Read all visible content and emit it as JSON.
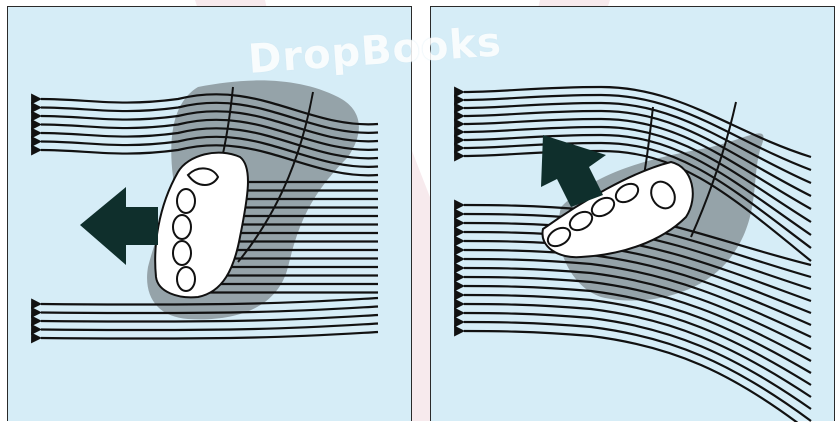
{
  "watermark": {
    "text": "DropBooks",
    "logo_color": "#d9aeb8"
  },
  "colors": {
    "background": "#d6edf7",
    "shadow": "#7f8a8f",
    "flow_lines": "#111111",
    "force_arrow": "#0f2f2c",
    "hand_fill": "#ffffff"
  },
  "panels": [
    {
      "id": "hand-flat",
      "force_direction": "left"
    },
    {
      "id": "hand-tilted",
      "force_direction": "up"
    }
  ]
}
